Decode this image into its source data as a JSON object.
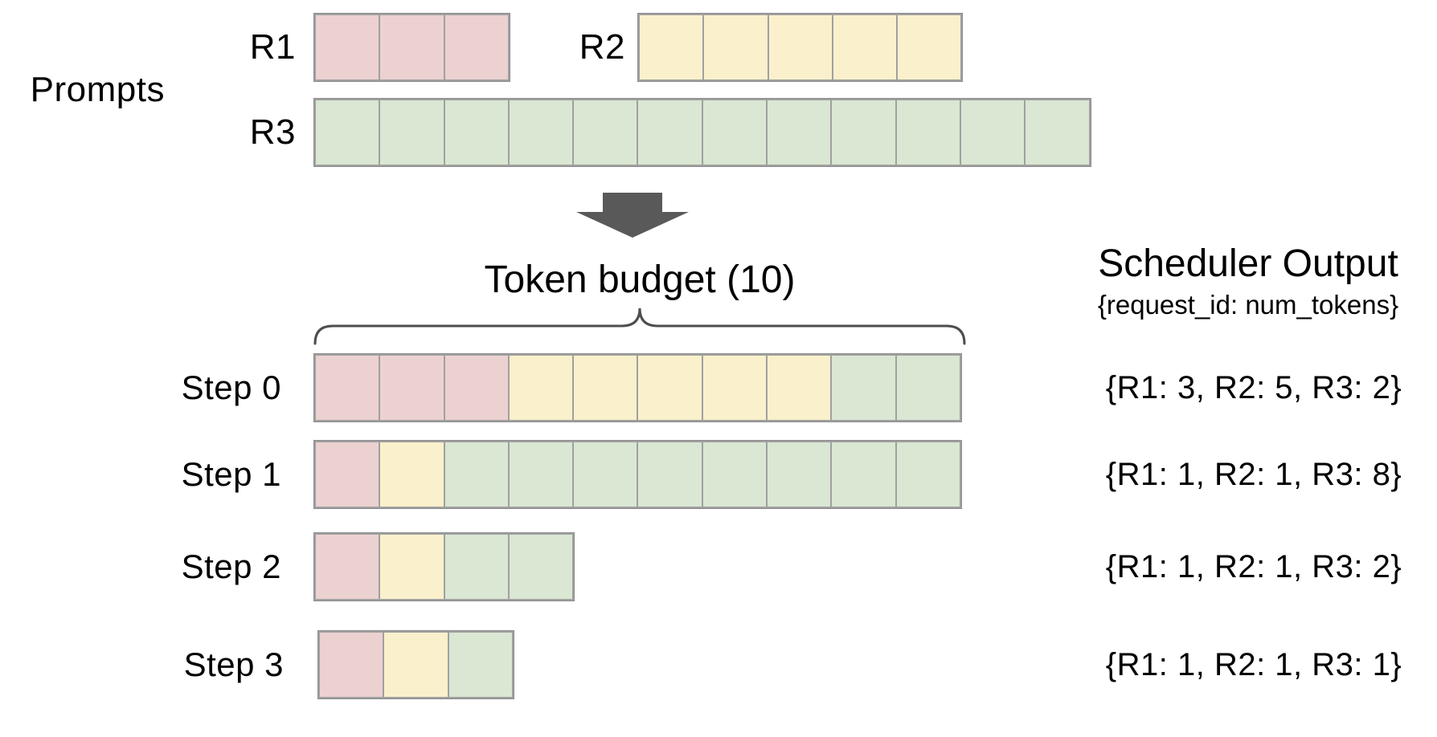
{
  "diagram": {
    "prompts": {
      "section_label": "Prompts",
      "rows": [
        {
          "id": "R1",
          "label": "R1",
          "cells": [
            "R1",
            "R1",
            "R1"
          ]
        },
        {
          "id": "R2",
          "label": "R2",
          "cells": [
            "R2",
            "R2",
            "R2",
            "R2",
            "R2"
          ]
        },
        {
          "id": "R3",
          "label": "R3",
          "cells": [
            "R3",
            "R3",
            "R3",
            "R3",
            "R3",
            "R3",
            "R3",
            "R3",
            "R3",
            "R3",
            "R3",
            "R3"
          ]
        }
      ]
    },
    "token_budget_label": "Token budget (10)",
    "scheduler": {
      "title": "Scheduler Output",
      "subtitle": "{request_id: num_tokens}"
    },
    "steps": [
      {
        "label": "Step 0",
        "cells": [
          "R1",
          "R1",
          "R1",
          "R2",
          "R2",
          "R2",
          "R2",
          "R2",
          "R3",
          "R3"
        ],
        "output": "{R1: 3, R2: 5, R3: 2}"
      },
      {
        "label": "Step 1",
        "cells": [
          "R1",
          "R2",
          "R3",
          "R3",
          "R3",
          "R3",
          "R3",
          "R3",
          "R3",
          "R3"
        ],
        "output": "{R1: 1, R2: 1, R3: 8}"
      },
      {
        "label": "Step 2",
        "cells": [
          "R1",
          "R2",
          "R3",
          "R3"
        ],
        "output": "{R1: 1, R2: 1, R3: 2}"
      },
      {
        "label": "Step 3",
        "cells": [
          "R1",
          "R2",
          "R3"
        ],
        "output": "{R1: 1, R2: 1, R3: 1}"
      }
    ]
  },
  "colors": {
    "requests": {
      "R1": "#ecd1d1",
      "R2": "#faf0cc",
      "R3": "#dae7d3"
    },
    "grid_line": "#a0a0a0",
    "grid_outline": "#8c8c8c",
    "arrow": "#595959",
    "brace": "#4d4d4d",
    "text": "#000000",
    "background": "#ffffff"
  }
}
